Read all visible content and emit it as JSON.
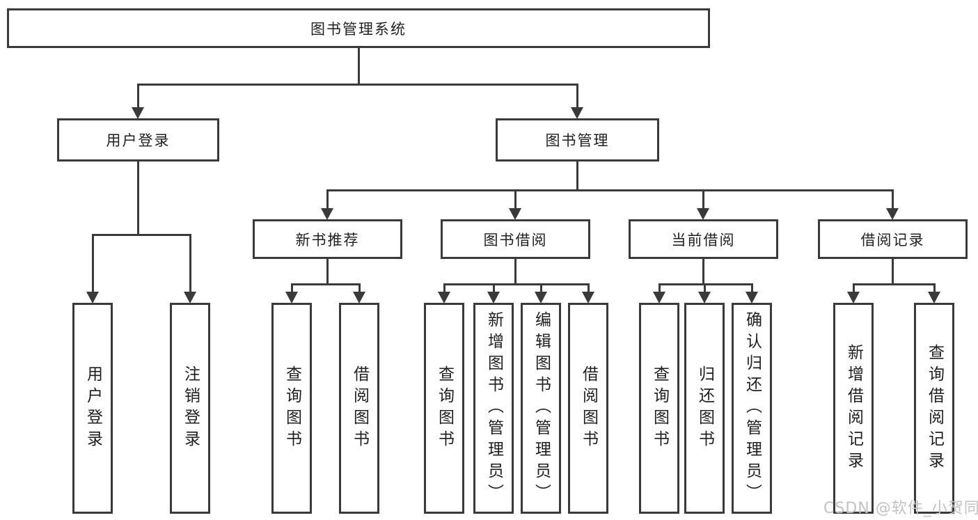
{
  "diagram": {
    "root": {
      "label": "图书管理系统"
    },
    "level2": [
      {
        "label": "用户登录"
      },
      {
        "label": "图书管理"
      }
    ],
    "level3": [
      {
        "label": "新书推荐"
      },
      {
        "label": "图书借阅"
      },
      {
        "label": "当前借阅"
      },
      {
        "label": "借阅记录"
      }
    ],
    "leaves": {
      "user_login": [
        "用户登录",
        "注销登录"
      ],
      "new_book_recommend": [
        "查询图书",
        "借阅图书"
      ],
      "book_borrow": [
        "查询图书",
        "新增图书（管理员）",
        "编辑图书（管理员）",
        "借阅图书"
      ],
      "current_borrow": [
        "查询图书",
        "归还图书",
        "确认归还（管理员）"
      ],
      "borrow_records": [
        "新增借阅记录",
        "查询借阅记录"
      ]
    }
  },
  "watermark": "CSDN @软件_小贺同学",
  "colors": {
    "line": "#3a3a3a",
    "text": "#1f1f1f",
    "background": "#ffffff",
    "watermark": "#c2c2c2"
  }
}
